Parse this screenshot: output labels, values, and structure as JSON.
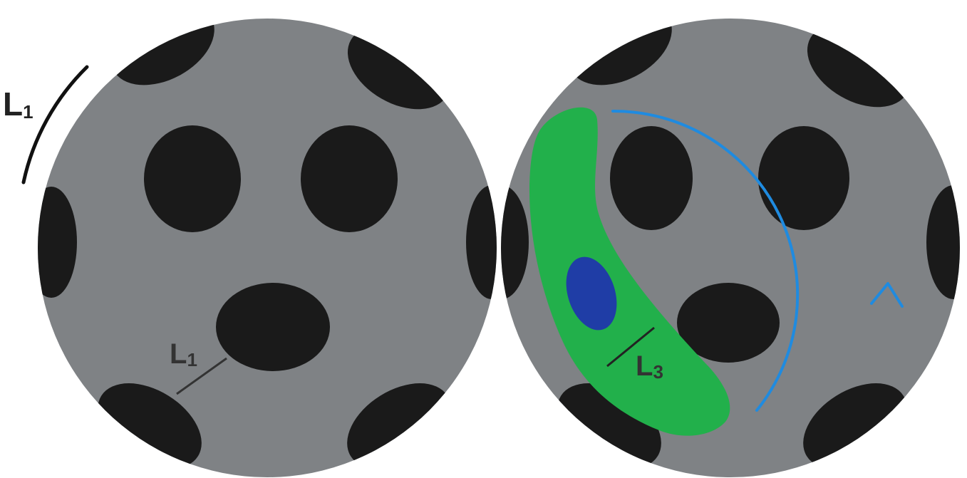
{
  "colors": {
    "background": "#ffffff",
    "disc": "#7f8285",
    "spot": "#1a1a1a",
    "cell": "#22b04b",
    "nucleus": "#1f3da6",
    "rotation_arrow": "#1f8be0",
    "line": "#222222"
  },
  "labels": {
    "outer_arc": {
      "main": "L",
      "sub": "1"
    },
    "left_gap": {
      "main": "L",
      "sub": "1"
    },
    "right_gap": {
      "main": "L",
      "sub": "3"
    }
  },
  "icons": {
    "rotation": "clockwise-arrow-icon"
  }
}
